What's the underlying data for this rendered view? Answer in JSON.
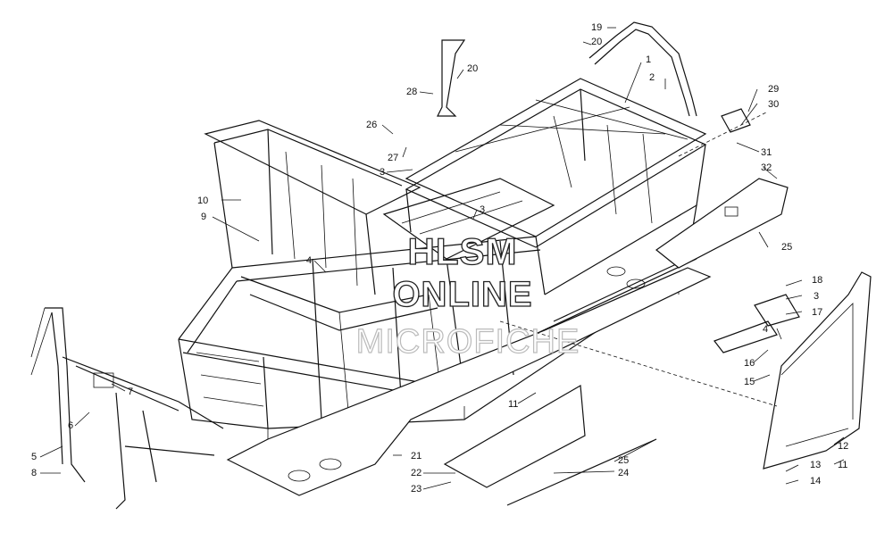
{
  "watermark": {
    "line1": "HLSM",
    "line2": "ONLINE",
    "line3": "MICROFICHE"
  },
  "callouts": [
    {
      "id": "c1",
      "text": "1"
    },
    {
      "id": "c2",
      "text": "2"
    },
    {
      "id": "c3a",
      "text": "3"
    },
    {
      "id": "c3b",
      "text": "3"
    },
    {
      "id": "c3c",
      "text": "3"
    },
    {
      "id": "c4a",
      "text": "4"
    },
    {
      "id": "c4b",
      "text": "4"
    },
    {
      "id": "c5",
      "text": "5"
    },
    {
      "id": "c6",
      "text": "6"
    },
    {
      "id": "c7",
      "text": "7"
    },
    {
      "id": "c8",
      "text": "8"
    },
    {
      "id": "c9",
      "text": "9"
    },
    {
      "id": "c10",
      "text": "10"
    },
    {
      "id": "c11a",
      "text": "11"
    },
    {
      "id": "c11b",
      "text": "11"
    },
    {
      "id": "c12",
      "text": "12"
    },
    {
      "id": "c13",
      "text": "13"
    },
    {
      "id": "c14",
      "text": "14"
    },
    {
      "id": "c15",
      "text": "15"
    },
    {
      "id": "c16",
      "text": "16"
    },
    {
      "id": "c17",
      "text": "17"
    },
    {
      "id": "c18",
      "text": "18"
    },
    {
      "id": "c19",
      "text": "19"
    },
    {
      "id": "c20a",
      "text": "20"
    },
    {
      "id": "c20b",
      "text": "20"
    },
    {
      "id": "c21",
      "text": "21"
    },
    {
      "id": "c22",
      "text": "22"
    },
    {
      "id": "c23",
      "text": "23"
    },
    {
      "id": "c24",
      "text": "24"
    },
    {
      "id": "c25a",
      "text": "25"
    },
    {
      "id": "c25b",
      "text": "25"
    },
    {
      "id": "c26",
      "text": "26"
    },
    {
      "id": "c27",
      "text": "27"
    },
    {
      "id": "c28",
      "text": "28"
    },
    {
      "id": "c29",
      "text": "29"
    },
    {
      "id": "c30",
      "text": "30"
    },
    {
      "id": "c31",
      "text": "31"
    },
    {
      "id": "c32",
      "text": "32"
    }
  ]
}
